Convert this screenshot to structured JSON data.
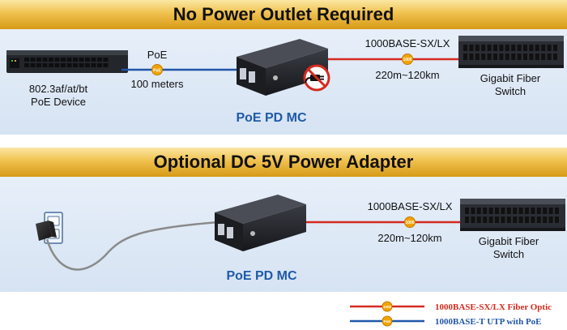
{
  "colors": {
    "banner_top": "#f6d47a",
    "banner_bottom": "#d9a11e",
    "panel_bg": "#dfeaf7",
    "fiber_red": "#d42a1e",
    "utp_blue": "#2156a8",
    "badge_orange": "#f2a300",
    "title_blue": "#1f5aa6"
  },
  "sections": [
    {
      "banner_title": "No Power Outlet Required",
      "device_label_line1": "802.3af/at/bt",
      "device_label_line2": "PoE Device",
      "poe_link_label": "PoE",
      "poe_distance": "100 meters",
      "poe_badge": "PoE",
      "mc_title": "PoE PD MC",
      "fiber_type": "1000BASE-SX/LX",
      "fiber_distance": "220m~120km",
      "fiber_badge": "1000",
      "switch_label_line1": "Gigabit Fiber",
      "switch_label_line2": "Switch",
      "no_power_icon": "no-power-plug-icon"
    },
    {
      "banner_title": "Optional DC 5V Power Adapter",
      "mc_title": "PoE PD MC",
      "fiber_type": "1000BASE-SX/LX",
      "fiber_distance": "220m~120km",
      "fiber_badge": "1000",
      "switch_label_line1": "Gigabit Fiber",
      "switch_label_line2": "Switch",
      "adapter_icon": "power-adapter-icon",
      "outlet_icon": "wall-outlet-icon"
    }
  ],
  "legend": [
    {
      "label": "1000BASE-SX/LX Fiber Optic",
      "badge": "1000",
      "color_key": "fiber_red"
    },
    {
      "label": "1000BASE-T UTP with PoE",
      "badge": "PoE",
      "color_key": "utp_blue"
    }
  ]
}
